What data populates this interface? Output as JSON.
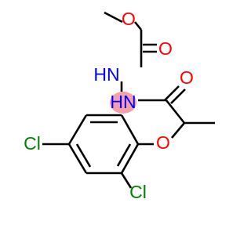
{
  "molecule": {
    "atoms": {
      "o_ether_ester": "O",
      "o_carbonyl_top": "O",
      "nh_upper": "HN",
      "nh_lower": "HN",
      "o_carbonyl_amide": "O",
      "o_ether_aryl": "O",
      "cl_left": "Cl",
      "cl_bottom": "Cl"
    },
    "colors": {
      "bond": "#000000",
      "oxygen": "#ff0000",
      "nitrogen": "#0000ff",
      "chlorine": "#008000",
      "highlight": "#f4a0a8"
    }
  }
}
